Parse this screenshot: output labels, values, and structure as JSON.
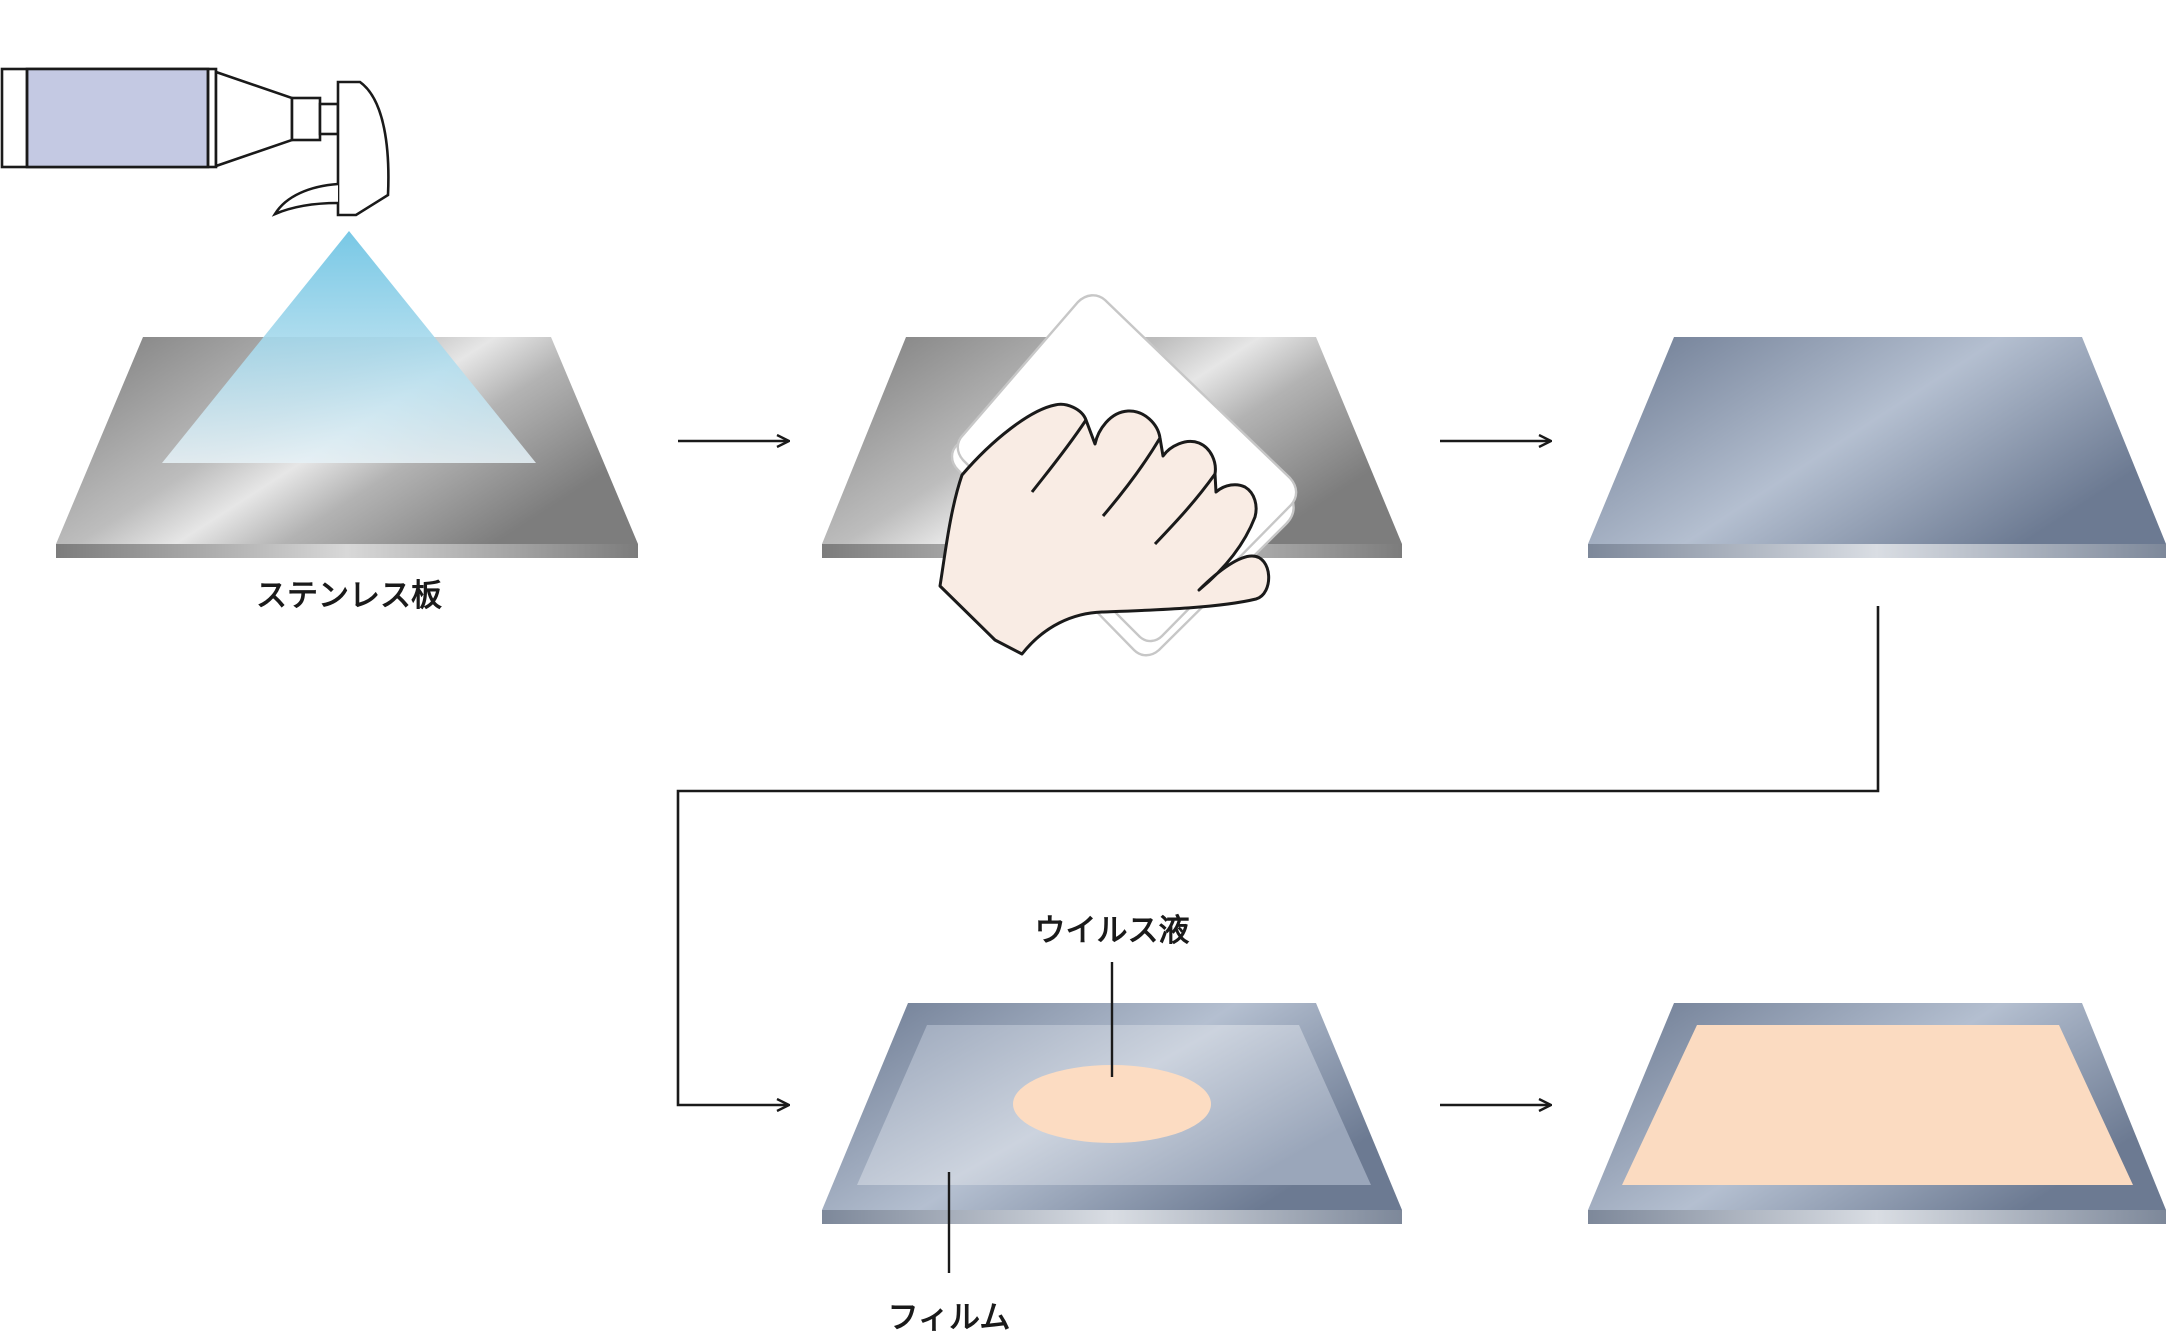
{
  "labels": {
    "stainless_plate": "ステンレス板",
    "virus_liquid": "ウイルス液",
    "film": "フィルム"
  },
  "steps": [
    {
      "id": "spray-disinfect",
      "icon": "spray-bottle-icon"
    },
    {
      "id": "wipe-plate",
      "icon": "hand-wiping-icon"
    },
    {
      "id": "cleaned-plate"
    },
    {
      "id": "apply-virus-liquid"
    },
    {
      "id": "cover-with-film"
    }
  ],
  "colors": {
    "steel_gray": "#8f8f8f",
    "clean_steel_blue": "#8a98ad",
    "spray_mist": "#6cc3e3",
    "bottle_fill": "#c4c9e3",
    "hand_fill": "#f9ece4",
    "virus_liquid": "#fcdcc2",
    "film_tint": "#fbdbc1",
    "arrow": "#1a1a1a"
  }
}
